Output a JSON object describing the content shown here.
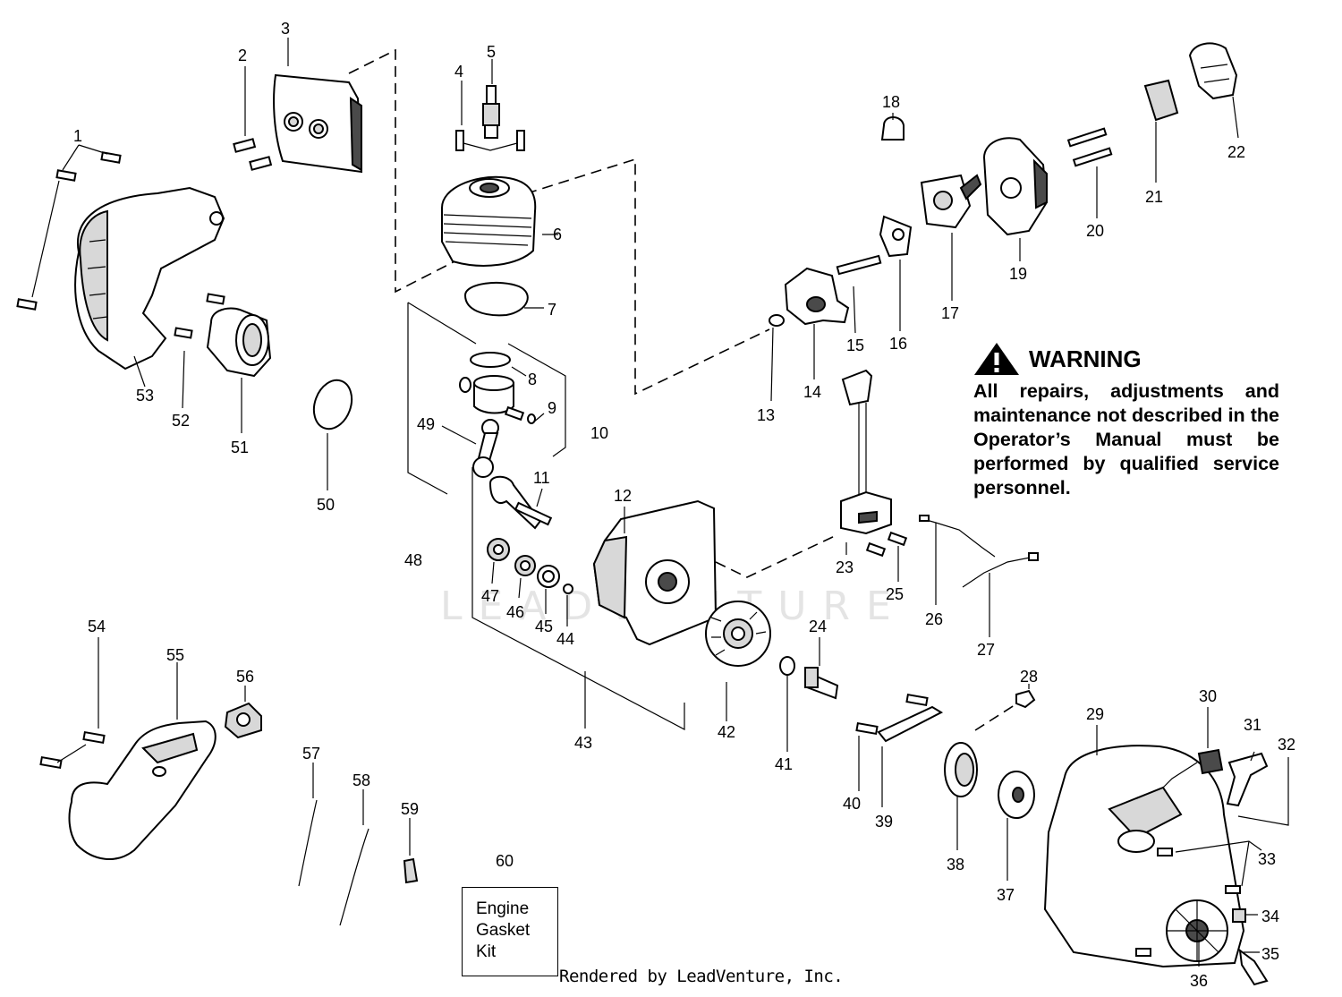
{
  "watermark": "LEADVENTURE",
  "parts": [
    "1",
    "2",
    "3",
    "4",
    "5",
    "6",
    "7",
    "8",
    "9",
    "10",
    "11",
    "12",
    "13",
    "14",
    "15",
    "16",
    "17",
    "18",
    "19",
    "20",
    "21",
    "22",
    "23",
    "24",
    "25",
    "26",
    "27",
    "28",
    "29",
    "30",
    "31",
    "32",
    "33",
    "34",
    "35",
    "36",
    "37",
    "38",
    "39",
    "40",
    "41",
    "42",
    "43",
    "44",
    "45",
    "46",
    "47",
    "48",
    "49",
    "50",
    "51",
    "52",
    "53",
    "54",
    "55",
    "56",
    "57",
    "58",
    "59",
    "60"
  ],
  "warning": {
    "title": "WARNING",
    "body": "All repairs, adjustments and maintenance not described in the Operator’s Manual must be performed by qualified service personnel."
  },
  "kit": {
    "line1": "Engine",
    "line2": "Gasket",
    "line3": "Kit"
  },
  "credit": "Rendered by LeadVenture, Inc."
}
